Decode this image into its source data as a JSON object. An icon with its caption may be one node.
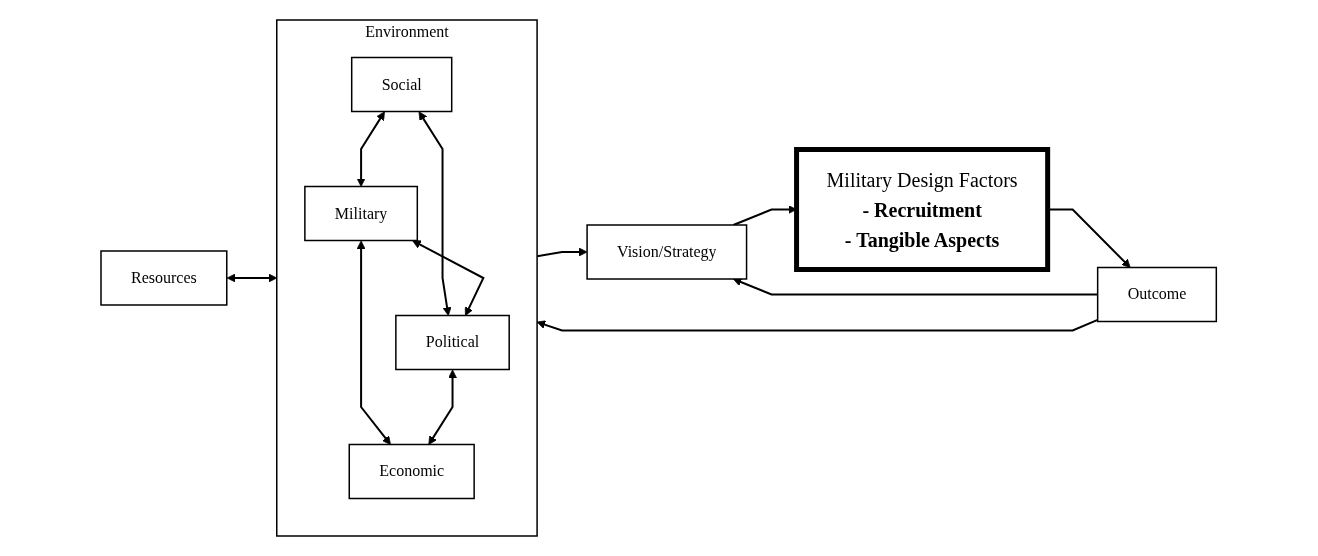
{
  "diagram": {
    "nodes": [
      {
        "text": [
          "Resources"
        ]
      },
      {
        "text": [
          "Environment"
        ]
      },
      {
        "text": [
          "Social"
        ],
        "in": 1
      },
      {
        "text": [
          "Military"
        ],
        "in": 1
      },
      {
        "text": [
          "Political"
        ],
        "in": 1
      },
      {
        "text": [
          "Economic"
        ],
        "in": 1
      },
      {
        "text": [
          "Vision/Strategy"
        ]
      },
      {
        "text": [
          "Military Design Factors",
          "- Recruitment",
          "- Tangible Aspects"
        ]
      },
      {
        "text": [
          "Outcome"
        ]
      }
    ],
    "edges": [
      {
        "from": 0,
        "to": 1,
        "arrow": "both"
      },
      {
        "from": 2,
        "to": 3,
        "arrow": "both"
      },
      {
        "from": 2,
        "to": 4,
        "arrow": "both"
      },
      {
        "from": 3,
        "to": 4,
        "arrow": "both"
      },
      {
        "from": 3,
        "to": 5,
        "arrow": "both"
      },
      {
        "from": 4,
        "to": 5,
        "arrow": "both"
      },
      {
        "from": 1,
        "to": 6,
        "arrow": "to"
      },
      {
        "from": 6,
        "to": 7,
        "arrow": "to"
      },
      {
        "from": 7,
        "to": 8,
        "arrow": "to"
      },
      {
        "from": 8,
        "to": 6,
        "arrow": "to"
      },
      {
        "from": 8,
        "to": 1,
        "arrow": "to"
      }
    ]
  }
}
